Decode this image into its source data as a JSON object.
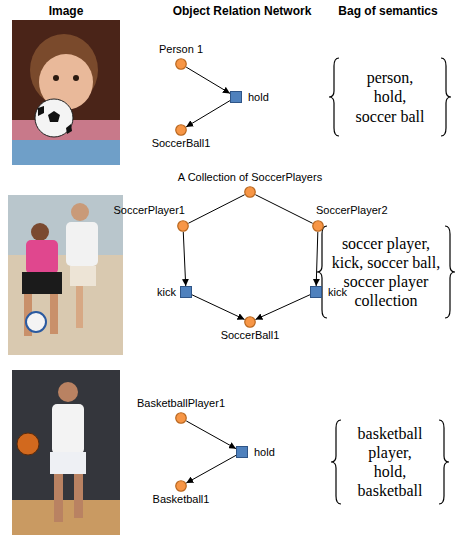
{
  "diagram": {
    "nodes": [
      {
        "text": [
          "Person 1"
        ]
      },
      {
        "text": [
          "hold"
        ]
      },
      {
        "text": [
          "SoccerBall1"
        ]
      },
      {
        "text": [
          "A Collection of SoccerPlayers"
        ]
      },
      {
        "text": [
          "SoccerPlayer1"
        ]
      },
      {
        "text": [
          "SoccerPlayer2"
        ]
      },
      {
        "text": [
          "kick"
        ]
      },
      {
        "text": [
          "kick"
        ]
      },
      {
        "text": [
          "SoccerBall1"
        ]
      },
      {
        "text": [
          "BasketballPlayer1"
        ]
      },
      {
        "text": [
          "hold"
        ]
      },
      {
        "text": [
          "Basketball1"
        ]
      }
    ],
    "edges": [
      {
        "from": 0,
        "to": 1,
        "arrow": "to"
      },
      {
        "from": 1,
        "to": 2,
        "arrow": "to"
      },
      {
        "from": 3,
        "to": 4,
        "arrow": "none"
      },
      {
        "from": 3,
        "to": 5,
        "arrow": "none"
      },
      {
        "from": 4,
        "to": 6,
        "arrow": "to"
      },
      {
        "from": 5,
        "to": 7,
        "arrow": "to"
      },
      {
        "from": 6,
        "to": 8,
        "arrow": "to"
      },
      {
        "from": 7,
        "to": 8,
        "arrow": "to"
      },
      {
        "from": 9,
        "to": 10,
        "arrow": "to"
      },
      {
        "from": 10,
        "to": 11,
        "arrow": "to"
      }
    ],
    "labels": [
      "Image",
      "Object Relation Network",
      "Bag of semantics",
      "person, hold, soccer ball",
      "soccer player, kick, soccer ball, soccer player collection",
      "basketball player, hold, basketball"
    ]
  }
}
